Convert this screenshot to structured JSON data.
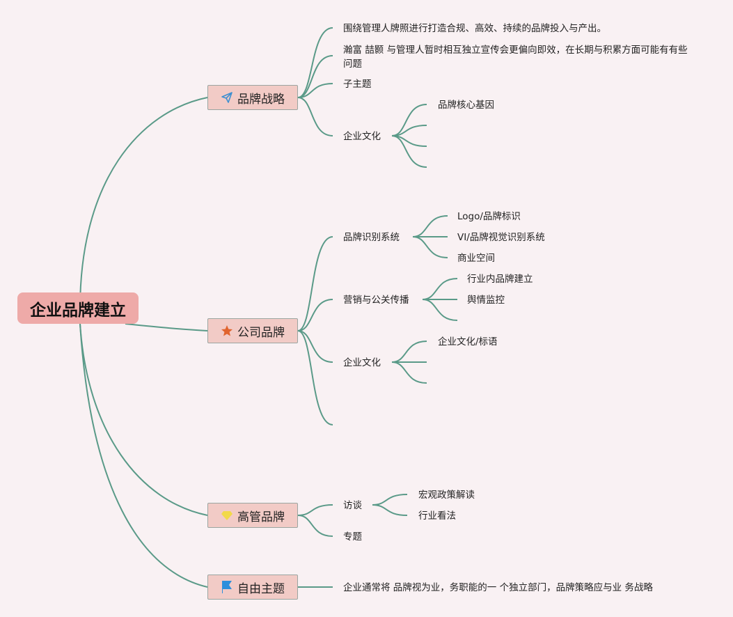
{
  "root": {
    "label": "企业品牌建立"
  },
  "colors": {
    "line": "#5a9a88",
    "root_fill": "#eeaaa8",
    "branch_fill": "#f2cbc6",
    "background": "#f9f1f3"
  },
  "branches": [
    {
      "label": "品牌战略",
      "icon": "paper-plane-icon",
      "children": [
        {
          "label": "围绕管理人牌照进行打造合规、高效、持续的品牌投入与产出。"
        },
        {
          "label": "瀚富 喆颢 与管理人暂时相互独立宣传会更偏向即效，在长期与积累方面可能有有些问题"
        },
        {
          "label": "子主题"
        },
        {
          "label": "企业文化",
          "children": [
            {
              "label": "品牌核心基因"
            },
            {
              "label": ""
            },
            {
              "label": ""
            },
            {
              "label": ""
            }
          ]
        }
      ]
    },
    {
      "label": "公司品牌",
      "icon": "star-icon",
      "children": [
        {
          "label": "品牌识别系统",
          "children": [
            {
              "label": "Logo/品牌标识"
            },
            {
              "label": "VI/品牌视觉识别系统"
            },
            {
              "label": "商业空间"
            }
          ]
        },
        {
          "label": "营销与公关传播",
          "children": [
            {
              "label": "行业内品牌建立"
            },
            {
              "label": "舆情监控"
            },
            {
              "label": ""
            }
          ]
        },
        {
          "label": "企业文化",
          "children": [
            {
              "label": "企业文化/标语"
            },
            {
              "label": ""
            },
            {
              "label": ""
            }
          ]
        },
        {
          "label": ""
        }
      ]
    },
    {
      "label": "高管品牌",
      "icon": "diamond-icon",
      "children": [
        {
          "label": "访谈",
          "children": [
            {
              "label": "宏观政策解读"
            },
            {
              "label": "行业看法"
            }
          ]
        },
        {
          "label": "专题"
        }
      ]
    },
    {
      "label": "自由主题",
      "icon": "flag-icon",
      "children": [
        {
          "label": "企业通常将 品牌视为业，务职能的一 个独立部门，品牌策略应与业 务战略"
        }
      ]
    }
  ]
}
